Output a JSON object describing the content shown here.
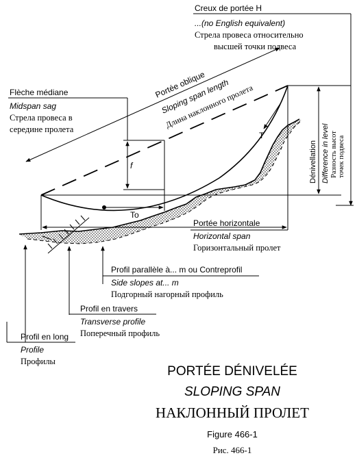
{
  "labels": {
    "sag_h": {
      "fr": "Creux de portée H",
      "en": "...(no English equivalent)",
      "ru_1": "Стрела провеса относительно",
      "ru_2": "высшей точки подвеса"
    },
    "midspan_sag": {
      "fr": "Flèche médiane",
      "en": "Midspan sag",
      "ru_1": "Стрела провеса в",
      "ru_2": "середине пролета"
    },
    "sloping_span_length": {
      "fr": "Portée oblique",
      "en": "Sloping span length",
      "ru": "Длина наклонного пролета"
    },
    "difference_in_level": {
      "fr": "Dénivellation",
      "en": "Difference in level",
      "ru_1": "Разность высот",
      "ru_2": "точек подвеса"
    },
    "horizontal_span": {
      "fr": "Portée horizontale",
      "en": "Horizontal span",
      "ru": "Горизонтальный пролет"
    },
    "side_slopes": {
      "fr": "Profil parallèle à... m ou Contreprofil",
      "en": "Side slopes at... m",
      "ru": "Подгорный нагорный профиль"
    },
    "transverse_profile": {
      "fr": "Profil en travers",
      "en": "Transverse profile",
      "ru": "Поперечный профиль"
    },
    "profile": {
      "fr": "Profil en long",
      "en": "Profile",
      "ru": "Профилы"
    },
    "tension_t": "T",
    "tension_to": "To"
  },
  "title": {
    "fr": "PORTÉE DÉNIVELÉE",
    "en": "SLOPING SPAN",
    "ru": "НАКЛОННЫЙ ПРОЛЕТ",
    "figure_en": "Figure 466-1",
    "figure_ru": "Рис. 466-1"
  }
}
